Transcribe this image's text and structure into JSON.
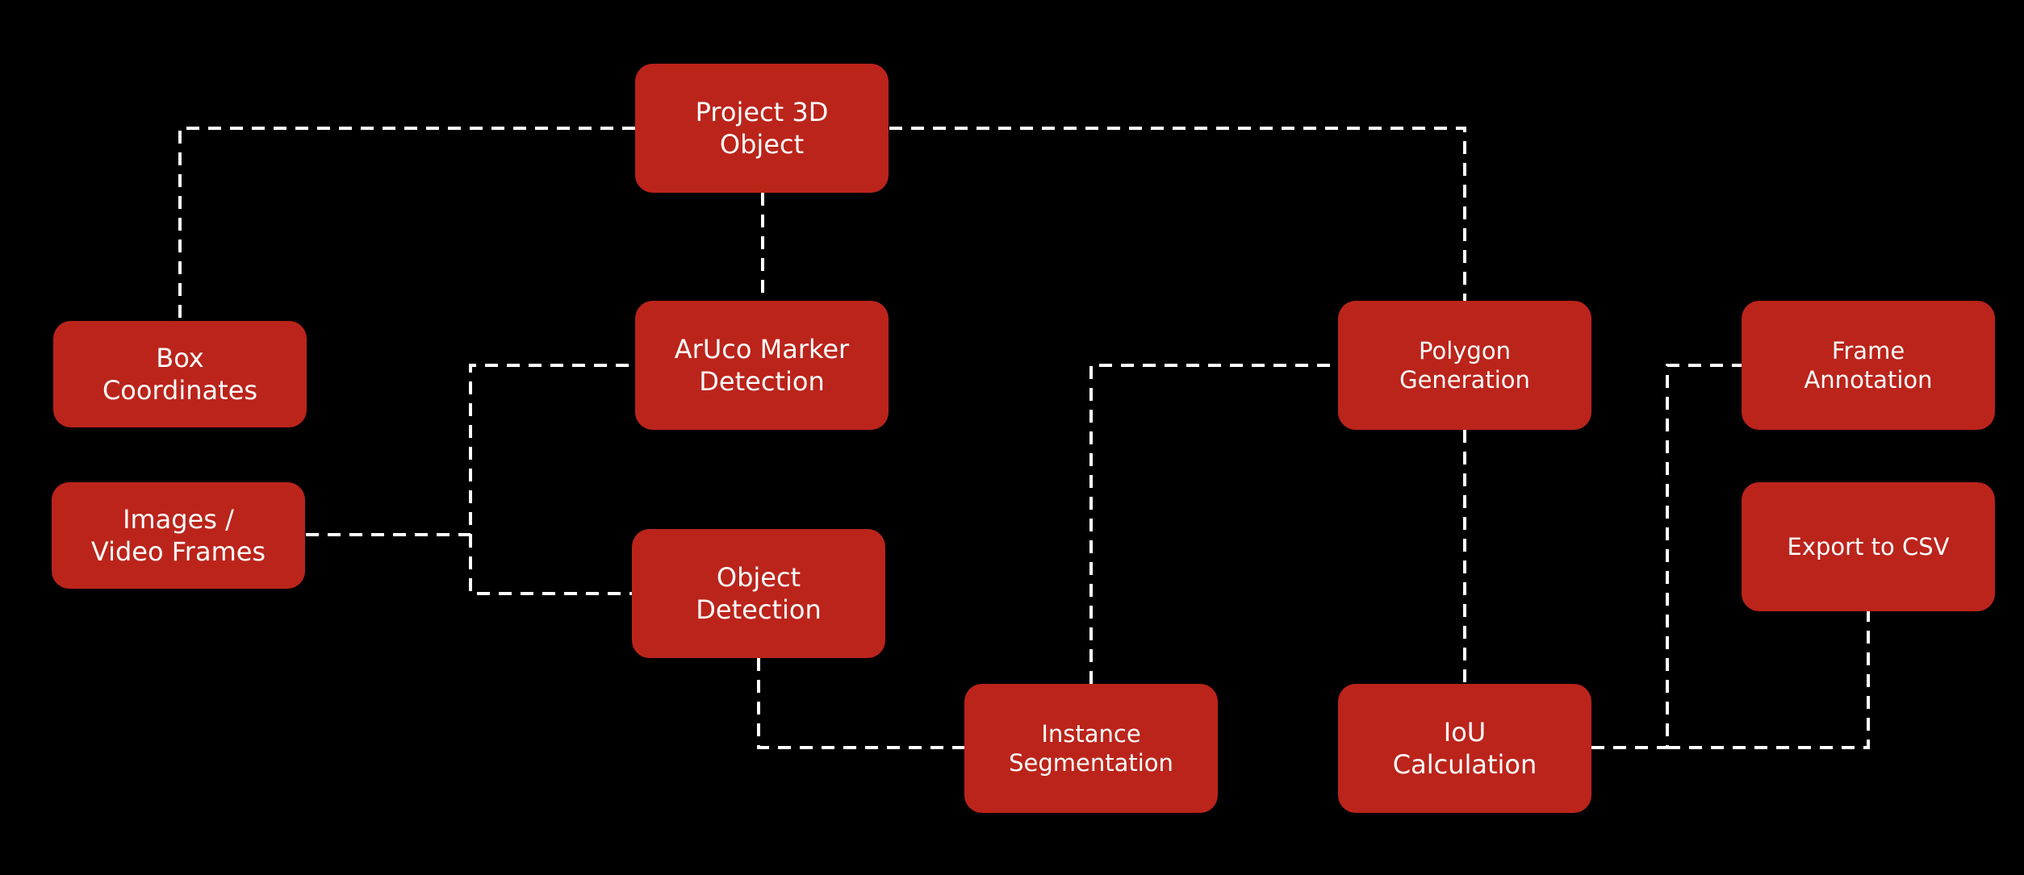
{
  "colors": {
    "background": "#000000",
    "node_fill": "#bb241a",
    "node_text": "#ffffff",
    "connector": "#ffffff"
  },
  "nodes": {
    "project_3d_object": "Project 3D\nObject",
    "box_coordinates": "Box\nCoordinates",
    "aruco_marker_detection": "ArUco Marker\nDetection",
    "images_video_frames": "Images /\nVideo Frames",
    "object_detection": "Object\nDetection",
    "instance_segmentation": "Instance\nSegmentation",
    "polygon_generation": "Polygon\nGeneration",
    "iou_calculation": "IoU\nCalculation",
    "frame_annotation": "Frame\nAnnotation",
    "export_to_csv": "Export to CSV"
  },
  "edges": [
    {
      "from": "project_3d_object",
      "to": "box_coordinates"
    },
    {
      "from": "project_3d_object",
      "to": "aruco_marker_detection"
    },
    {
      "from": "project_3d_object",
      "to": "polygon_generation"
    },
    {
      "from": "images_video_frames",
      "to": "aruco_marker_detection"
    },
    {
      "from": "images_video_frames",
      "to": "object_detection"
    },
    {
      "from": "object_detection",
      "to": "instance_segmentation"
    },
    {
      "from": "instance_segmentation",
      "to": "polygon_generation"
    },
    {
      "from": "polygon_generation",
      "to": "iou_calculation"
    },
    {
      "from": "iou_calculation",
      "to": "frame_annotation"
    },
    {
      "from": "iou_calculation",
      "to": "export_to_csv"
    }
  ]
}
